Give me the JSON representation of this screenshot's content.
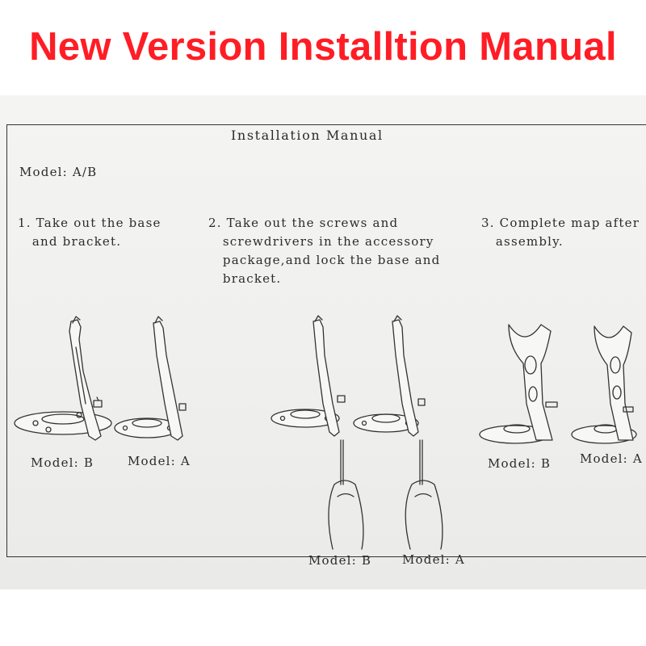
{
  "banner": {
    "title": "New Version Installtion Manual",
    "color": "#ff1d25"
  },
  "manual": {
    "heading": "Installation Manual",
    "model_line": "Model: A/B",
    "steps": [
      {
        "lines": [
          "1. Take out the base",
          "   and bracket."
        ]
      },
      {
        "lines": [
          "2. Take out the screws and",
          "   screwdrivers in the accessory",
          "   package,and lock the base and",
          "   bracket."
        ]
      },
      {
        "lines": [
          "3. Complete map after",
          "   assembly."
        ]
      }
    ],
    "labels": {
      "step1_b": "Model: B",
      "step1_a": "Model: A",
      "step2_b": "Model: B",
      "step2_a": "Model: A",
      "step3_b": "Model: B",
      "step3_a": "Model: A"
    }
  }
}
